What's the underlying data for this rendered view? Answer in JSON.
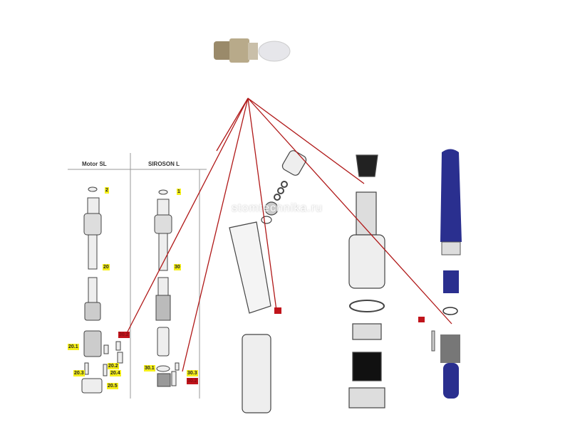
{
  "watermark": "stomtechnika.ru",
  "table": {
    "col1": "Motor SL",
    "col2": "SIROSON L"
  },
  "labels": {
    "l2": "2",
    "l1": "1",
    "l20": "20",
    "l30": "30",
    "l20_1": "20.1",
    "l20_2": "20.2",
    "l20_3": "20.3",
    "l20_4": "20.4",
    "l20_5": "20.5",
    "l30_1": "30.1",
    "l30_3": "30.3"
  },
  "red_labels": {
    "left": "30.2",
    "right": "30.2"
  },
  "colors": {
    "leader": "#b01818",
    "highlight": "#f5ef1a",
    "red_tag": "#c0141b",
    "handpiece": "#2a2f8f"
  }
}
